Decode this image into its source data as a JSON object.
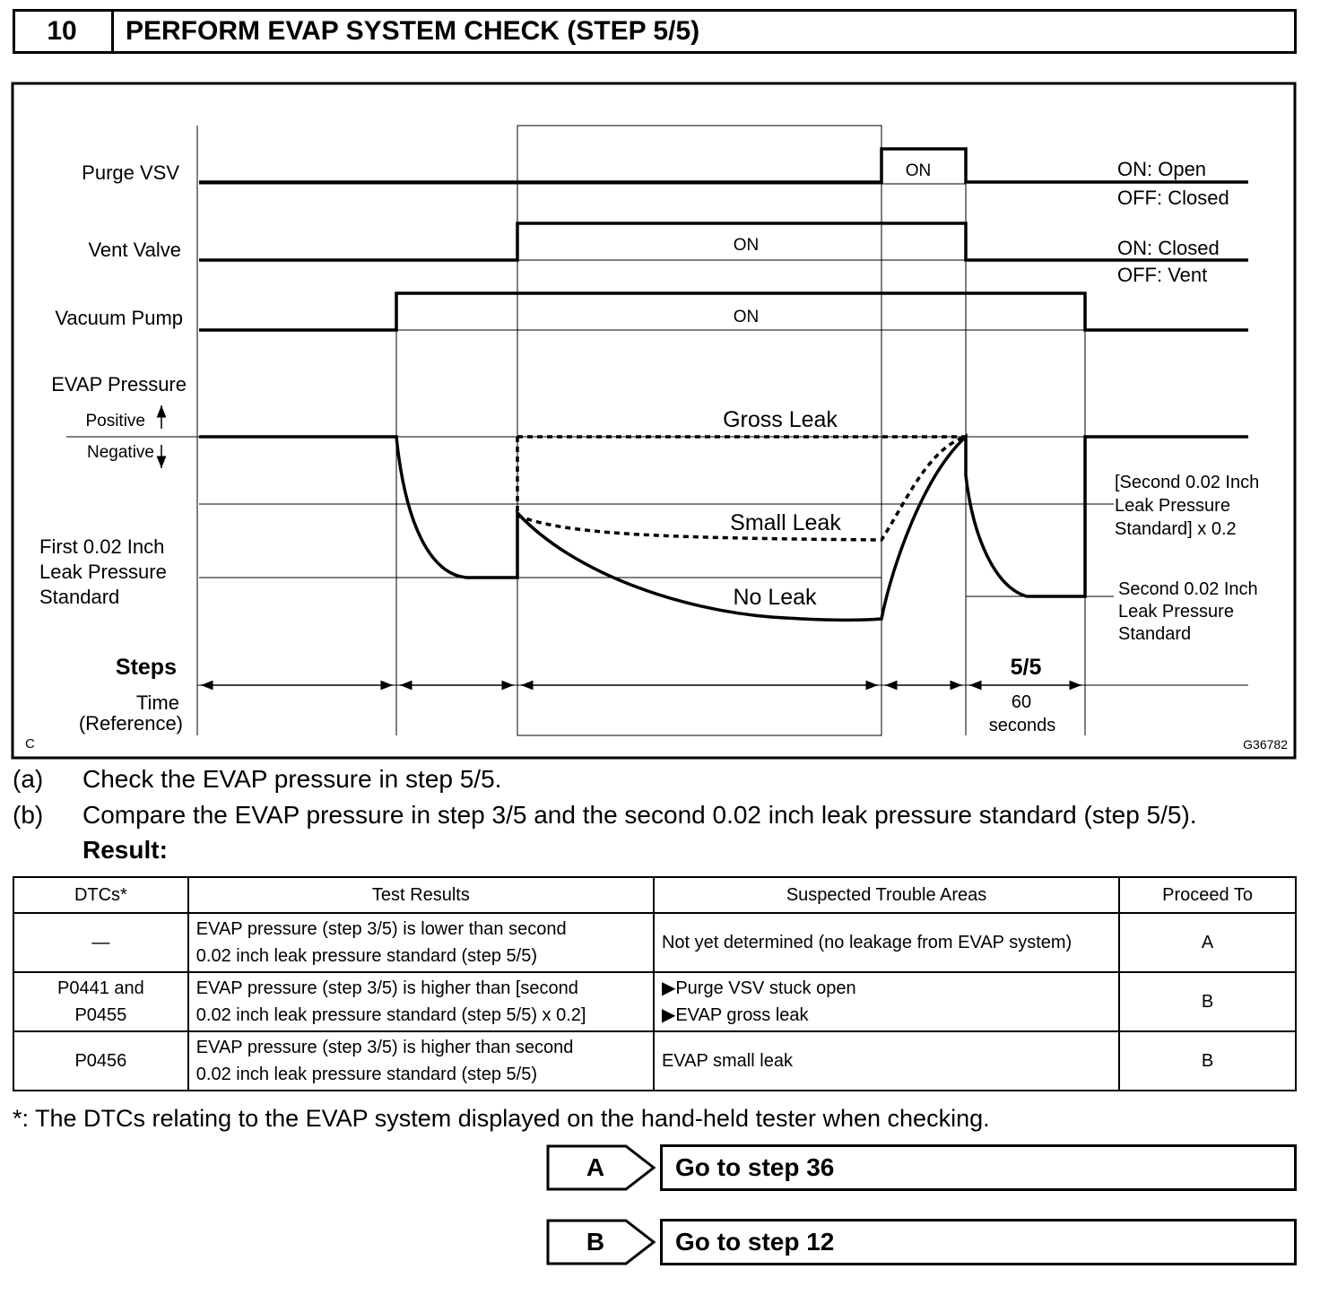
{
  "header": {
    "step_number": "10",
    "title": "PERFORM EVAP SYSTEM CHECK (STEP 5/5)"
  },
  "diagram": {
    "rows": {
      "purge_vsv": "Purge VSV",
      "vent_valve": "Vent Valve",
      "vacuum_pump": "Vacuum Pump",
      "evap_pressure": "EVAP Pressure",
      "positive": "Positive",
      "negative": "Negative",
      "first_std": [
        "First 0.02 Inch",
        "Leak Pressure",
        "Standard"
      ]
    },
    "on_labels": {
      "purge": "ON",
      "vent": "ON",
      "pump": "ON"
    },
    "legends": {
      "purge_on": "ON: Open",
      "purge_off": "OFF: Closed",
      "vent_on": "ON: Closed",
      "vent_off": "OFF: Vent"
    },
    "curves": {
      "gross": "Gross Leak",
      "small": "Small Leak",
      "none": "No Leak"
    },
    "right_labels": {
      "second_x02": [
        "[Second 0.02 Inch",
        "Leak Pressure",
        "Standard] x 0.2"
      ],
      "second_std": [
        "Second 0.02 Inch",
        "Leak Pressure",
        "Standard"
      ]
    },
    "steps_label": "Steps",
    "time_label": [
      "Time",
      "(Reference)"
    ],
    "step_tag": "5/5",
    "step_time": [
      "60",
      "seconds"
    ],
    "corner_left": "C",
    "figure_id": "G36782"
  },
  "instructions": {
    "a_label": "(a)",
    "a_text": "Check the EVAP pressure in step 5/5.",
    "b_label": "(b)",
    "b_text": "Compare the EVAP pressure in step 3/5 and the second 0.02 inch leak pressure standard (step 5/5).",
    "result": "Result:"
  },
  "result_table": {
    "headers": [
      "DTCs*",
      "Test Results",
      "Suspected Trouble Areas",
      "Proceed To"
    ],
    "rows": [
      {
        "dtc": [
          "—"
        ],
        "test": [
          "EVAP pressure (step 3/5) is lower than second",
          "0.02 inch leak pressure standard (step 5/5)"
        ],
        "areas": [
          "Not yet determined (no leakage from EVAP system)"
        ],
        "proceed": "A"
      },
      {
        "dtc": [
          "P0441 and",
          "P0455"
        ],
        "test": [
          "EVAP pressure (step 3/5) is higher than [second",
          "0.02 inch leak pressure standard (step 5/5) x 0.2]"
        ],
        "areas": [
          "▶Purge VSV stuck open",
          "▶EVAP gross leak"
        ],
        "proceed": "B"
      },
      {
        "dtc": [
          "P0456"
        ],
        "test": [
          "EVAP pressure (step 3/5) is higher than second",
          "0.02 inch leak pressure standard (step 5/5)"
        ],
        "areas": [
          "EVAP small leak"
        ],
        "proceed": "B"
      }
    ]
  },
  "footnote": "*: The DTCs relating to the EVAP system displayed on the hand-held tester when checking.",
  "goto": [
    {
      "letter": "A",
      "text": "Go to step 36"
    },
    {
      "letter": "B",
      "text": "Go to step 12"
    }
  ]
}
